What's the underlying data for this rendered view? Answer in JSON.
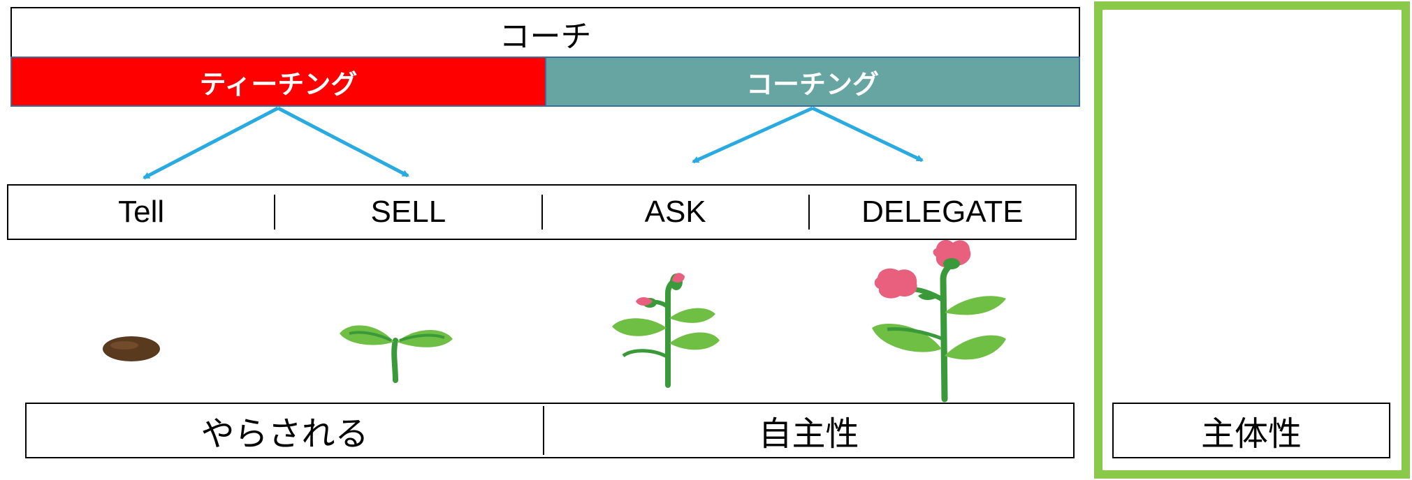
{
  "coach": {
    "title": "コーチ"
  },
  "approaches": {
    "teaching": "ティーチング",
    "coaching": "コーチング"
  },
  "styles": [
    "Tell",
    "SELL",
    "ASK",
    "DELEGATE"
  ],
  "stages": {
    "passive": "やらされる",
    "autonomy": "自主性",
    "proactive": "主体性"
  },
  "colors": {
    "teaching_band": "#ff0000",
    "coaching_band": "#66a5a1",
    "arrow": "#29abe2",
    "panel_border": "#8bc94a",
    "petal": "#e9607f",
    "flower_center": "#f5b82e",
    "leaf": "#6fbf45",
    "stem": "#3a9a3a",
    "seed": "#5a3a1e"
  },
  "icons": [
    "seed-icon",
    "sprout-icon",
    "bud-plant-icon",
    "blooming-plant-icon",
    "flower-icon"
  ]
}
